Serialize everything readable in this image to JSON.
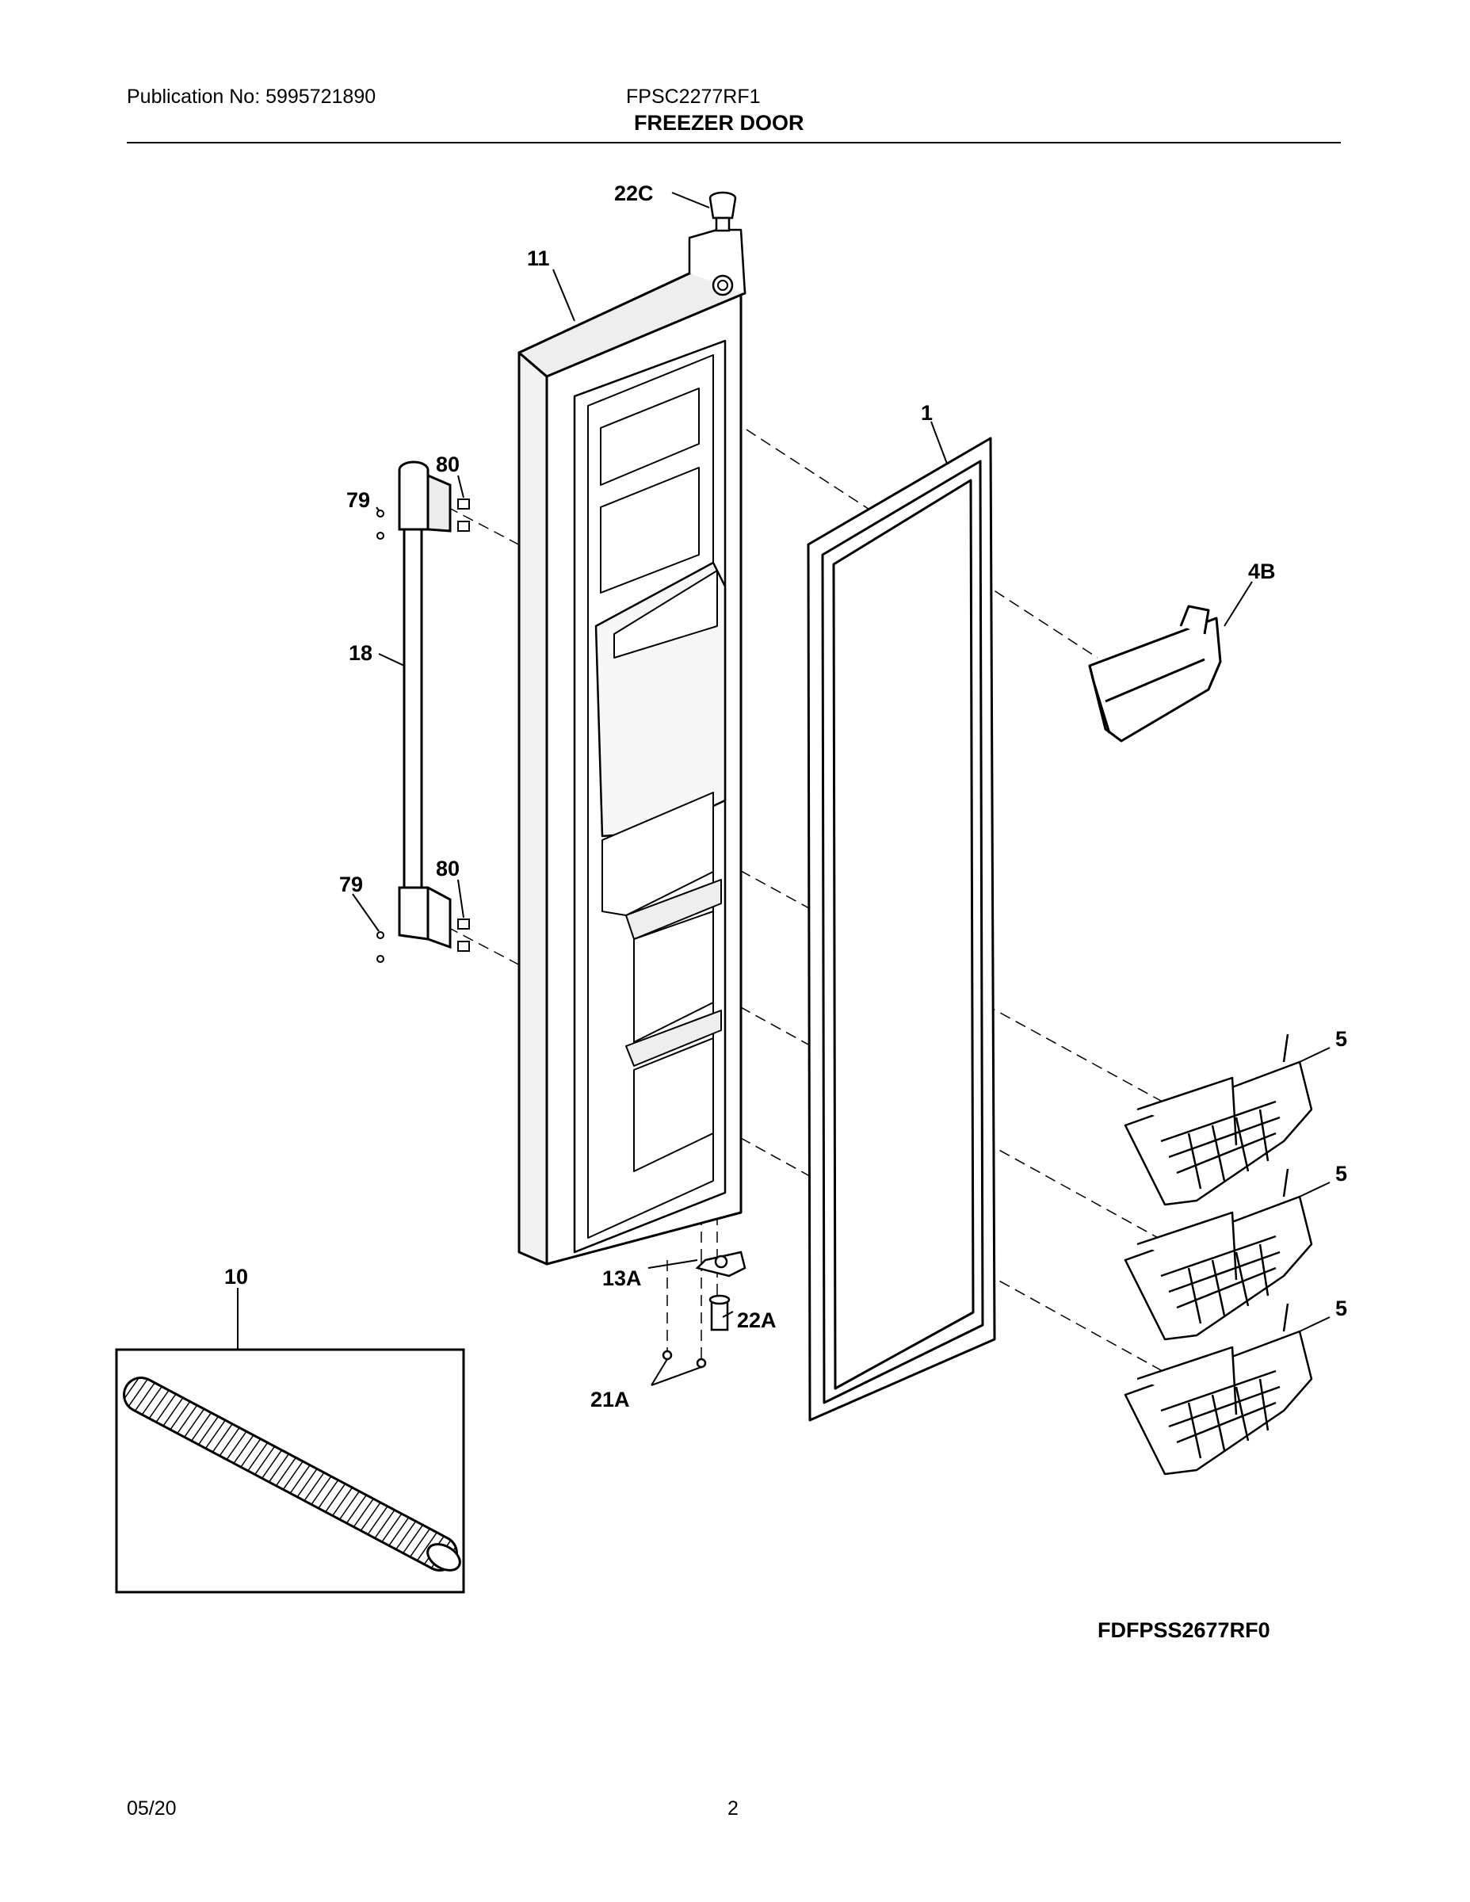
{
  "header": {
    "publication": "Publication No: 5995721890",
    "model": "FPSC2277RF1",
    "title": "FREEZER DOOR"
  },
  "diagram_code": "FDFPSS2677RF0",
  "footer": {
    "date": "05/20",
    "page": "2"
  },
  "callouts": {
    "c22C": "22C",
    "c11": "11",
    "c1": "1",
    "c80a": "80",
    "c79a": "79",
    "c4B": "4B",
    "c18": "18",
    "c80b": "80",
    "c79b": "79",
    "c5a": "5",
    "c5b": "5",
    "c5c": "5",
    "c10": "10",
    "c13A": "13A",
    "c22A": "22A",
    "c21A": "21A"
  },
  "colors": {
    "line": "#000000",
    "fill": "#ffffff",
    "shade": "#e6e6e6"
  }
}
